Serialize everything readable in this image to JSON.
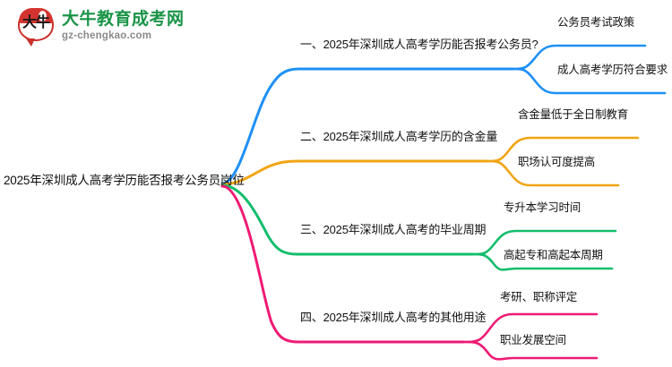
{
  "logo": {
    "mark_glyph": "大牛",
    "title": "大牛教育成考网",
    "subtitle": "gz-chengkao.com",
    "title_color": "#1a9447",
    "mark_color": "#d4342f",
    "subtitle_color": "#8a8a8a"
  },
  "mindmap": {
    "root": "2025年深圳成人高考学历能否报考公务员岗位",
    "branches": [
      {
        "label": "一、2025年深圳成人高考学历能否报考公务员?",
        "color": "#1e90f5",
        "children": [
          "公务员考试政策",
          "成人高考学历符合要求"
        ]
      },
      {
        "label": "二、2025年深圳成人高考学历的含金量",
        "color": "#f0a513",
        "children": [
          "含金量低于全日制教育",
          "职场认可度提高"
        ]
      },
      {
        "label": "三、2025年深圳成人高考的毕业周期",
        "color": "#13bd6b",
        "children": [
          "专升本学习时间",
          "高起专和高起本周期"
        ]
      },
      {
        "label": "四、2025年深圳成人高考的其他用途",
        "color": "#ef1a74",
        "children": [
          "考研、职称评定",
          "职业发展空间"
        ]
      }
    ]
  }
}
